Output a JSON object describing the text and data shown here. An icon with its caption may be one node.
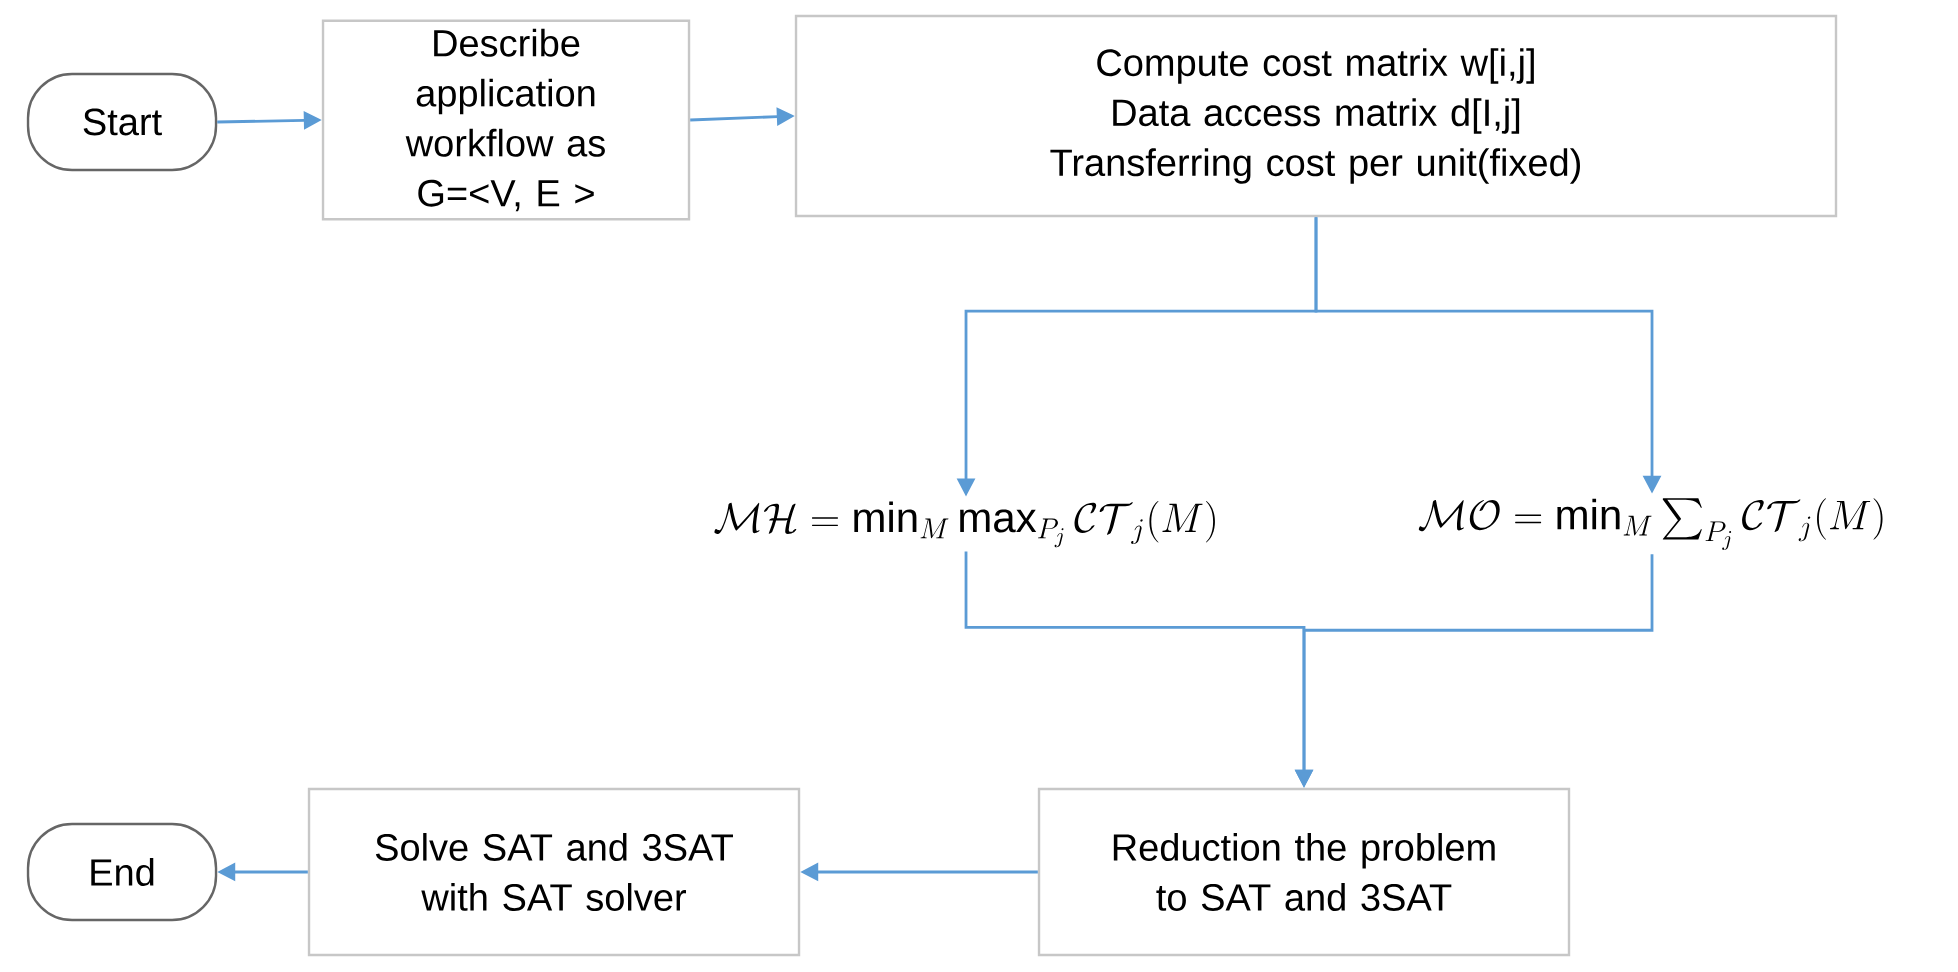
{
  "diagram": {
    "nodes": [
      {
        "text": [
          "Start"
        ]
      },
      {
        "text": [
          "Describe application workflow as G=<V, E >"
        ]
      },
      {
        "text": [
          "Compute cost matrix w[i,j]",
          "Data access matrix d[I,j]",
          "Transferring cost per unit(fixed)"
        ]
      },
      {
        "text": [
          "\\mathcal{MH} = \\min_{M} \\max_{P_j} \\mathcal{CT}_j(M)"
        ]
      },
      {
        "text": [
          "\\mathcal{MO} = \\min_{M} \\sum_{P_j} \\mathcal{CT}_j(M)"
        ]
      },
      {
        "text": [
          "Reduction the problem to SAT and 3SAT"
        ]
      },
      {
        "text": [
          "Solve SAT and 3SAT with SAT solver"
        ]
      },
      {
        "text": [
          "End"
        ]
      }
    ],
    "edges": [
      {
        "from": 0,
        "to": 1,
        "arrow": "to"
      },
      {
        "from": 1,
        "to": 2,
        "arrow": "to"
      },
      {
        "from": 2,
        "to": 3,
        "arrow": "to"
      },
      {
        "from": 2,
        "to": 4,
        "arrow": "to"
      },
      {
        "from": 3,
        "to": 5,
        "arrow": "to"
      },
      {
        "from": 4,
        "to": 5,
        "arrow": "to"
      },
      {
        "from": 5,
        "to": 6,
        "arrow": "to"
      },
      {
        "from": 6,
        "to": 7,
        "arrow": "to"
      }
    ]
  }
}
